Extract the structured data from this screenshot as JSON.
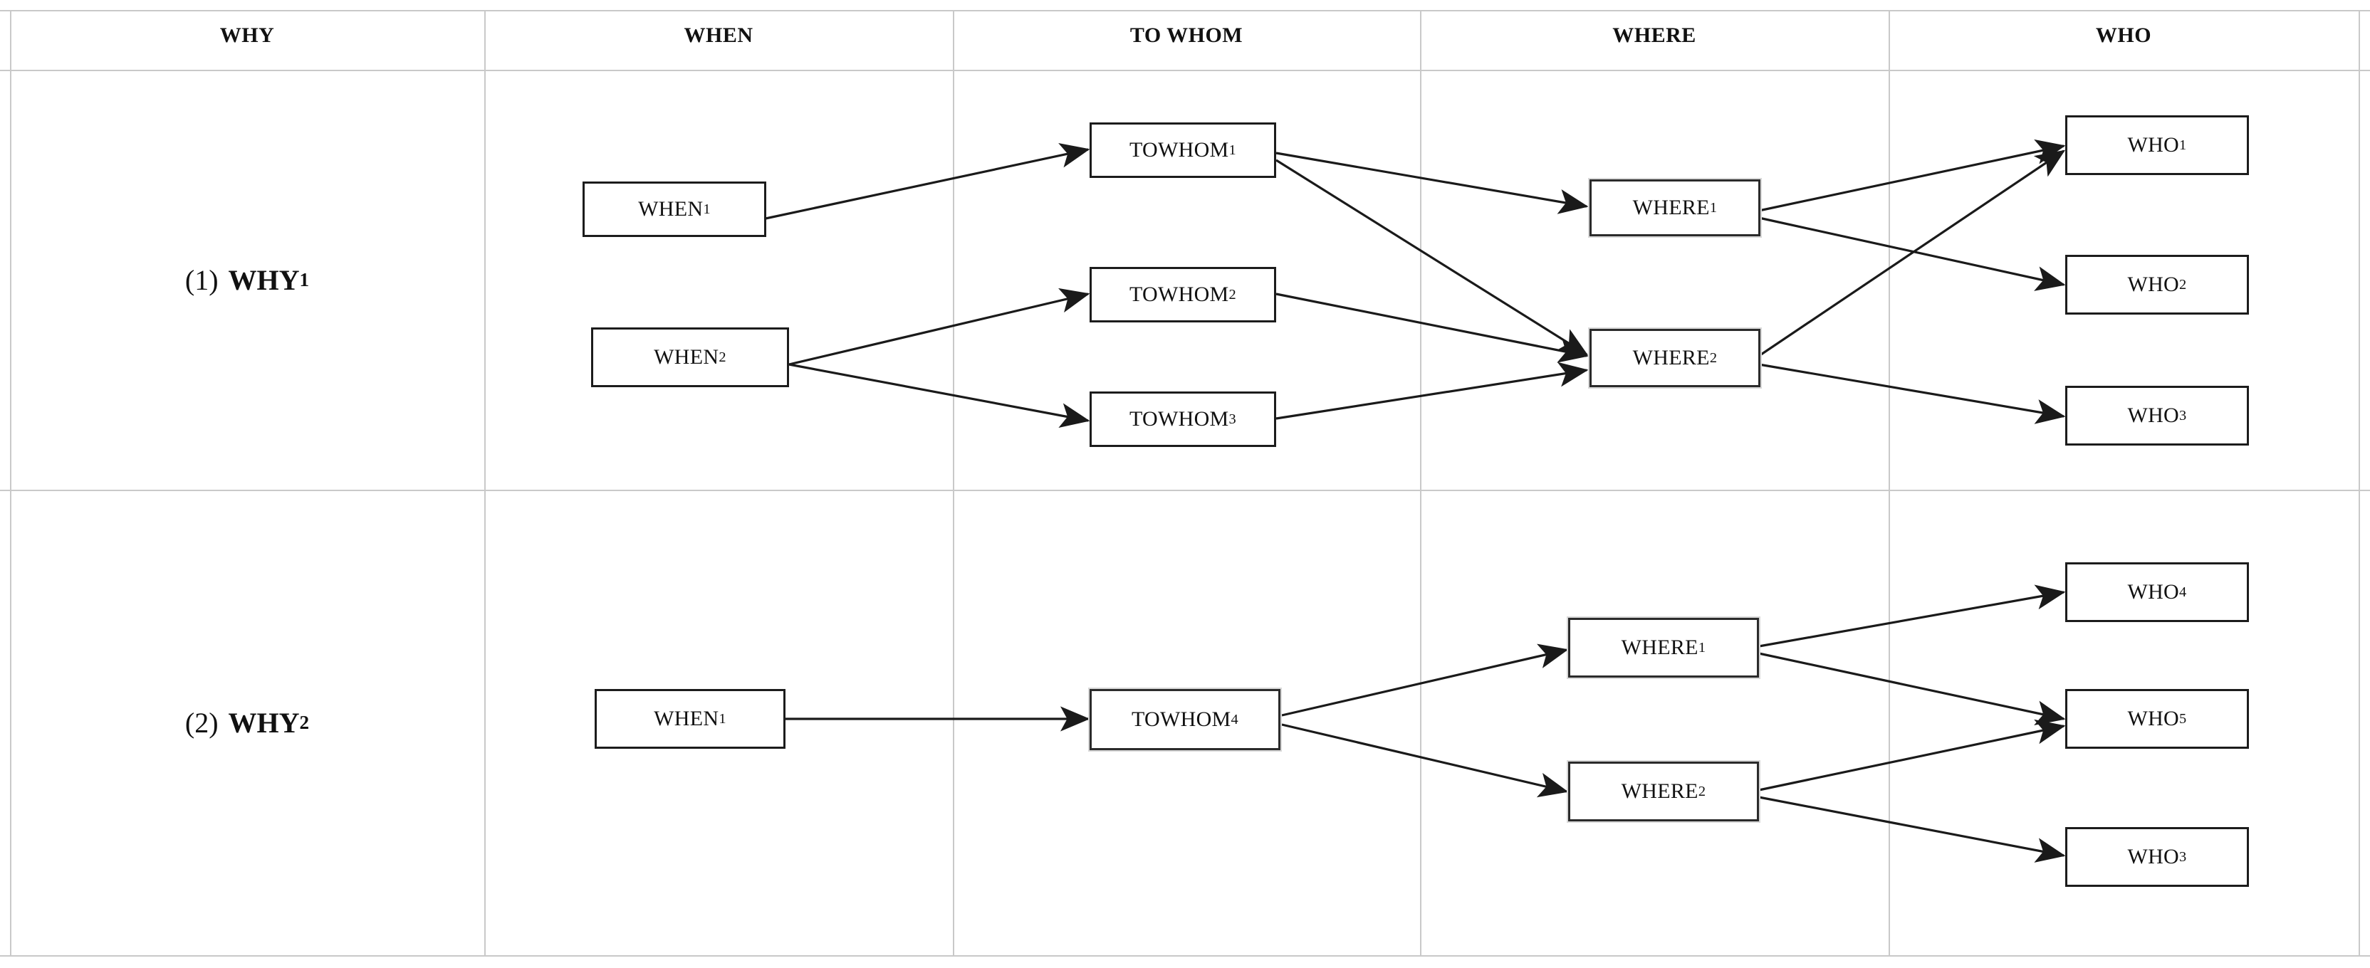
{
  "diagram": {
    "title": "WHY / WHEN / TO WHOM / WHERE / WHO process flow matrix",
    "type": "flow-matrix",
    "columns": [
      {
        "id": "why",
        "label": "WHY"
      },
      {
        "id": "when",
        "label": "WHEN"
      },
      {
        "id": "towhom",
        "label": "TO WHOM"
      },
      {
        "id": "where",
        "label": "WHERE"
      },
      {
        "id": "who",
        "label": "WHO"
      }
    ],
    "rows": [
      {
        "id": "row1",
        "number": "(1)",
        "label_base": "WHY",
        "label_sub": "1",
        "nodes": {
          "when": [
            {
              "id": "r1-when1",
              "base": "WHEN",
              "sub": "1"
            },
            {
              "id": "r1-when2",
              "base": "WHEN",
              "sub": "2"
            }
          ],
          "towhom": [
            {
              "id": "r1-tw1",
              "base": "TOWHOM",
              "sub": "1"
            },
            {
              "id": "r1-tw2",
              "base": "TOWHOM",
              "sub": "2"
            },
            {
              "id": "r1-tw3",
              "base": "TOWHOM",
              "sub": "3"
            }
          ],
          "where": [
            {
              "id": "r1-wh1",
              "base": "WHERE",
              "sub": "1"
            },
            {
              "id": "r1-wh2",
              "base": "WHERE",
              "sub": "2"
            }
          ],
          "who": [
            {
              "id": "r1-who1",
              "base": "WHO",
              "sub": "1"
            },
            {
              "id": "r1-who2",
              "base": "WHO",
              "sub": "2"
            },
            {
              "id": "r1-who3",
              "base": "WHO",
              "sub": "3"
            }
          ]
        },
        "edges": [
          {
            "from": "r1-when1",
            "to": "r1-tw1"
          },
          {
            "from": "r1-when2",
            "to": "r1-tw2"
          },
          {
            "from": "r1-when2",
            "to": "r1-tw3"
          },
          {
            "from": "r1-tw1",
            "to": "r1-wh1"
          },
          {
            "from": "r1-tw1",
            "to": "r1-wh2"
          },
          {
            "from": "r1-tw2",
            "to": "r1-wh2"
          },
          {
            "from": "r1-tw3",
            "to": "r1-wh2"
          },
          {
            "from": "r1-wh1",
            "to": "r1-who1"
          },
          {
            "from": "r1-wh1",
            "to": "r1-who2"
          },
          {
            "from": "r1-wh2",
            "to": "r1-who1"
          },
          {
            "from": "r1-wh2",
            "to": "r1-who3"
          }
        ]
      },
      {
        "id": "row2",
        "number": "(2)",
        "label_base": "WHY",
        "label_sub": "2",
        "nodes": {
          "when": [
            {
              "id": "r2-when1",
              "base": "WHEN",
              "sub": "1"
            }
          ],
          "towhom": [
            {
              "id": "r2-tw4",
              "base": "TOWHOM",
              "sub": "4"
            }
          ],
          "where": [
            {
              "id": "r2-wh1",
              "base": "WHERE",
              "sub": "1"
            },
            {
              "id": "r2-wh2",
              "base": "WHERE",
              "sub": "2"
            }
          ],
          "who": [
            {
              "id": "r2-who4",
              "base": "WHO",
              "sub": "4"
            },
            {
              "id": "r2-who5",
              "base": "WHO",
              "sub": "5"
            },
            {
              "id": "r2-who3",
              "base": "WHO",
              "sub": "3"
            }
          ]
        },
        "edges": [
          {
            "from": "r2-when1",
            "to": "r2-tw4"
          },
          {
            "from": "r2-tw4",
            "to": "r2-wh1"
          },
          {
            "from": "r2-tw4",
            "to": "r2-wh2"
          },
          {
            "from": "r2-wh1",
            "to": "r2-who4"
          },
          {
            "from": "r2-wh1",
            "to": "r2-who5"
          },
          {
            "from": "r2-wh2",
            "to": "r2-who5"
          },
          {
            "from": "r2-wh2",
            "to": "r2-who3"
          }
        ]
      }
    ],
    "colors": {
      "node_border": "#1c1c1c",
      "grid_line": "#c9c9c9",
      "edge": "#1a1a1a",
      "text": "#111111",
      "background": "#ffffff"
    }
  }
}
